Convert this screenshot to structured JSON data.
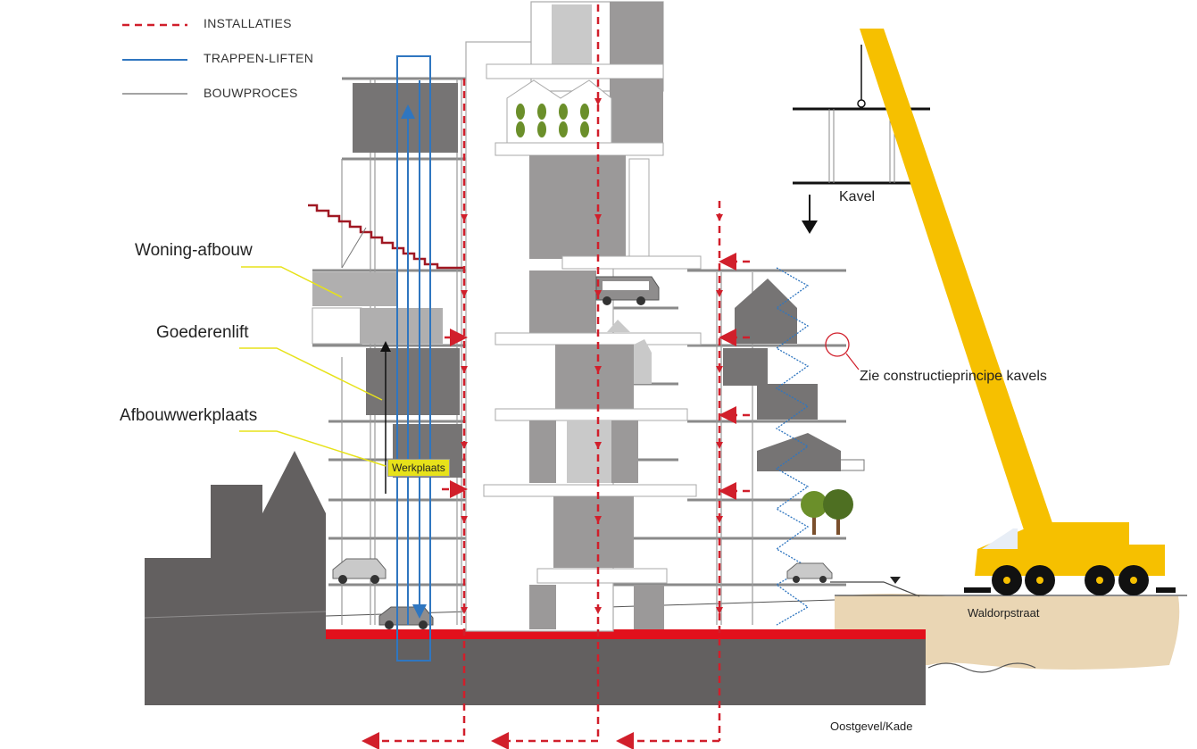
{
  "legend": {
    "installaties": "INSTALLATIES",
    "trappen_liften": "TRAPPEN-LIFTEN",
    "bouwproces": "BOUWPROCES"
  },
  "labels": {
    "woning_afbouw": "Woning-afbouw",
    "goederenlift": "Goederenlift",
    "afbouwwerkplaats": "Afbouwwerkplaats",
    "werkplaats": "Werkplaats",
    "kavel": "Kavel",
    "zie_constructie": "Zie constructieprincipe kavels",
    "waldorpstraat": "Waldorpstraat",
    "oostgevel": "Oostgevel/Kade"
  },
  "colors": {
    "installaties": "#d11f2b",
    "trappen_liften": "#2f76c0",
    "bouwproces": "#a3a3a3",
    "crane": "#f6c000",
    "dark_grey": "#636060",
    "mid_grey": "#9b9999",
    "light_grey": "#c9c9c9",
    "foundation": "#e2101c",
    "sand": "#ead6b4",
    "green": "#6b8f2a",
    "tag": "#e7e21a"
  }
}
